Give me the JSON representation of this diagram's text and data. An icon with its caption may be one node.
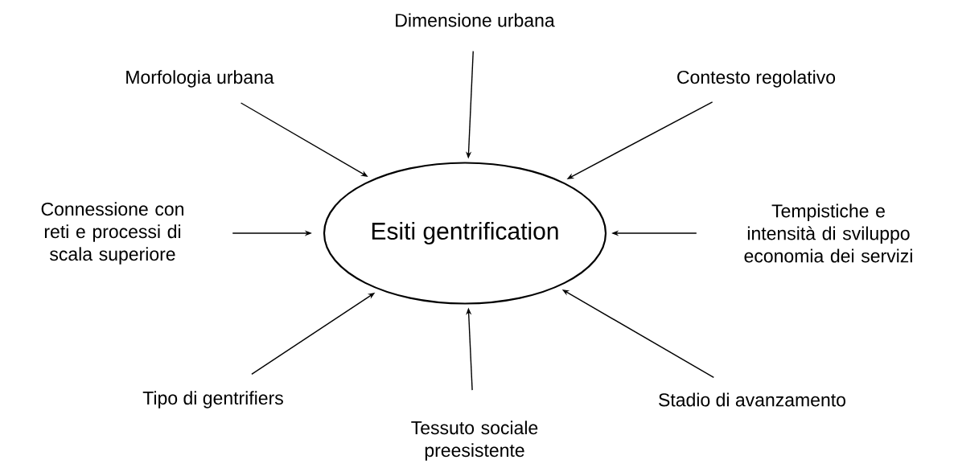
{
  "diagram": {
    "nodes": [
      {
        "text": [
          "Dimensione urbana"
        ]
      },
      {
        "text": [
          "Morfologia urbana"
        ]
      },
      {
        "text": [
          "Contesto regolativo"
        ]
      },
      {
        "text": [
          "Connessione con reti e processi di scala superiore"
        ]
      },
      {
        "text": [
          "Esiti gentrification"
        ]
      },
      {
        "text": [
          "Tempistiche e intensità di sviluppo economia dei servizi"
        ]
      },
      {
        "text": [
          "Tipo di gentrifiers"
        ]
      },
      {
        "text": [
          "Stadio di avanzamento"
        ]
      },
      {
        "text": [
          "Tessuto sociale preesistente"
        ]
      }
    ],
    "edges": [
      {
        "from": 0,
        "to": 4,
        "arrow": "to"
      },
      {
        "from": 1,
        "to": 4,
        "arrow": "to"
      },
      {
        "from": 2,
        "to": 4,
        "arrow": "to"
      },
      {
        "from": 3,
        "to": 4,
        "arrow": "to"
      },
      {
        "from": 5,
        "to": 4,
        "arrow": "to"
      },
      {
        "from": 6,
        "to": 4,
        "arrow": "to"
      },
      {
        "from": 7,
        "to": 4,
        "arrow": "to"
      },
      {
        "from": 8,
        "to": 4,
        "arrow": "to"
      }
    ]
  }
}
